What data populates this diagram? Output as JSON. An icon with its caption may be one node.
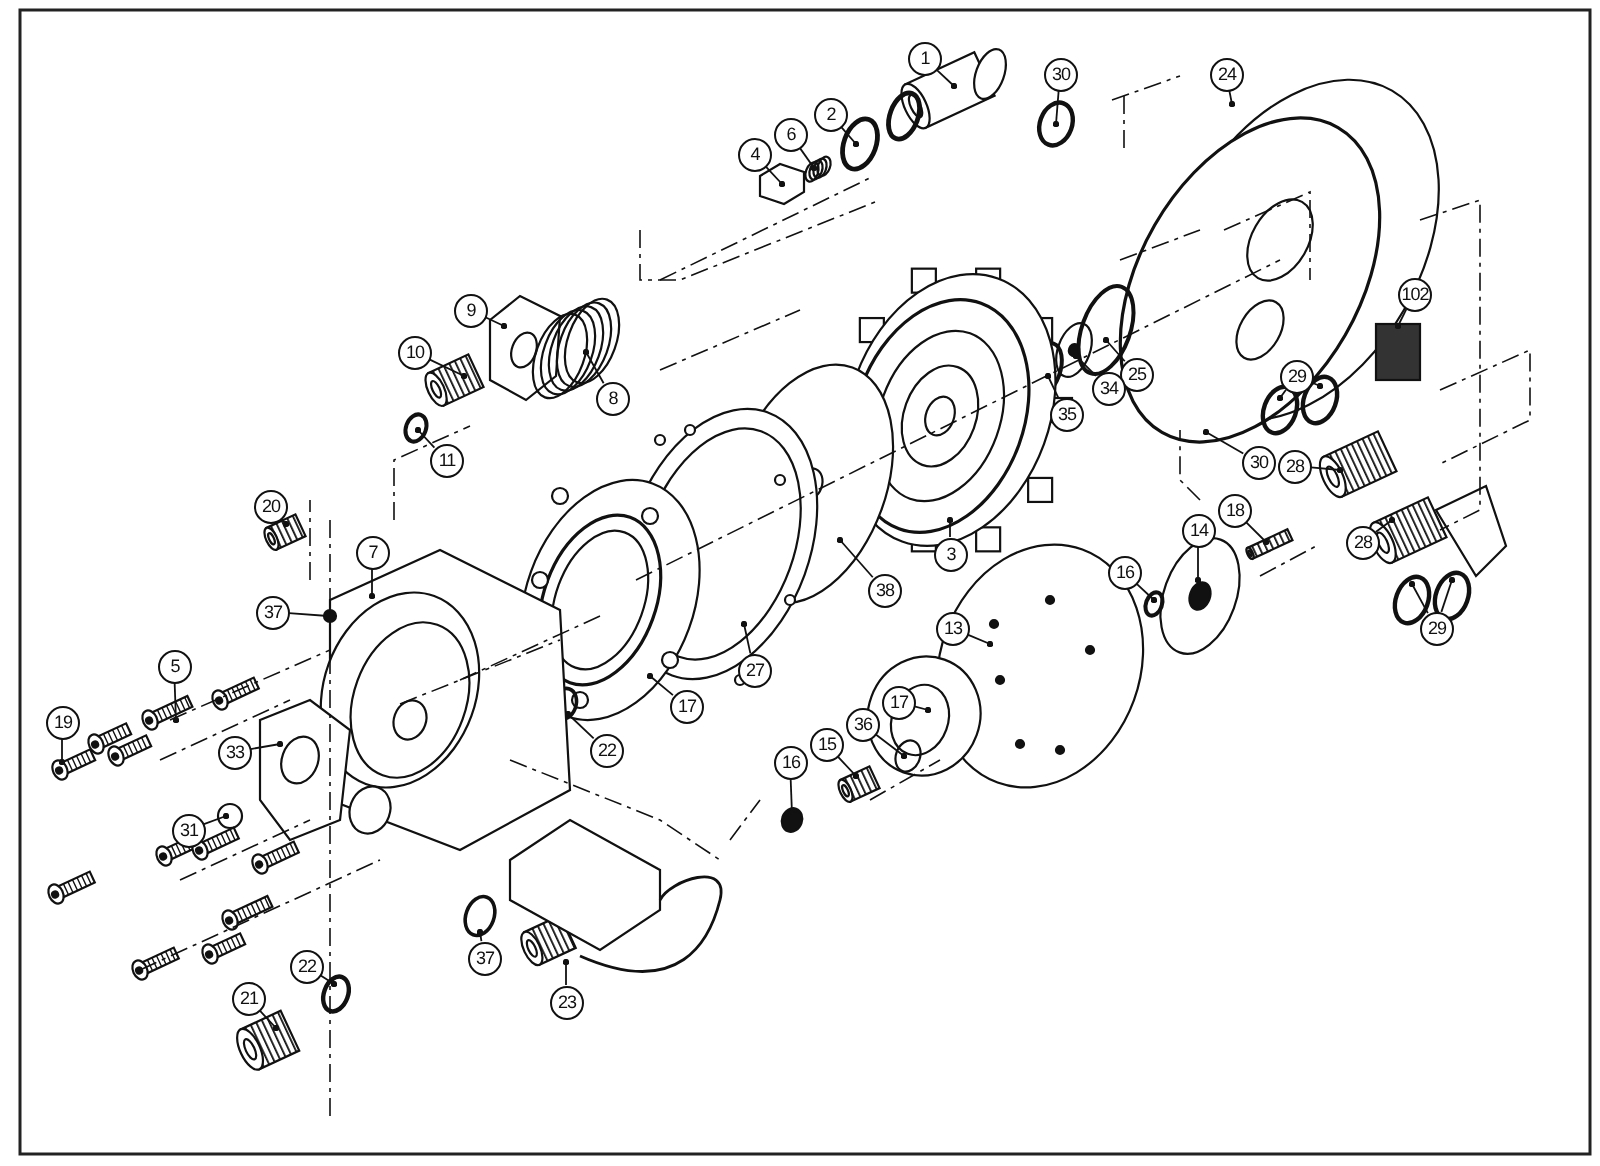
{
  "diagram": {
    "nodes": [
      {
        "text": [
          "1"
        ]
      },
      {
        "text": [
          "2"
        ]
      },
      {
        "text": [
          "30"
        ]
      },
      {
        "text": [
          "24"
        ]
      },
      {
        "text": [
          "6"
        ]
      },
      {
        "text": [
          "4"
        ]
      },
      {
        "text": [
          "9"
        ]
      },
      {
        "text": [
          "10"
        ]
      },
      {
        "text": [
          "8"
        ]
      },
      {
        "text": [
          "11"
        ]
      },
      {
        "text": [
          "102"
        ]
      },
      {
        "text": [
          "29"
        ]
      },
      {
        "text": [
          "25"
        ]
      },
      {
        "text": [
          "34"
        ]
      },
      {
        "text": [
          "35"
        ]
      },
      {
        "text": [
          "30"
        ]
      },
      {
        "text": [
          "28"
        ]
      },
      {
        "text": [
          "20"
        ]
      },
      {
        "text": [
          "18"
        ]
      },
      {
        "text": [
          "14"
        ]
      },
      {
        "text": [
          "3"
        ]
      },
      {
        "text": [
          "7"
        ]
      },
      {
        "text": [
          "16"
        ]
      },
      {
        "text": [
          "28"
        ]
      },
      {
        "text": [
          "38"
        ]
      },
      {
        "text": [
          "37"
        ]
      },
      {
        "text": [
          "13"
        ]
      },
      {
        "text": [
          "29"
        ]
      },
      {
        "text": [
          "5"
        ]
      },
      {
        "text": [
          "27"
        ]
      },
      {
        "text": [
          "17"
        ]
      },
      {
        "text": [
          "17"
        ]
      },
      {
        "text": [
          "19"
        ]
      },
      {
        "text": [
          "36"
        ]
      },
      {
        "text": [
          "22"
        ]
      },
      {
        "text": [
          "15"
        ]
      },
      {
        "text": [
          "33"
        ]
      },
      {
        "text": [
          "16"
        ]
      },
      {
        "text": [
          "31"
        ]
      },
      {
        "text": [
          "37"
        ]
      },
      {
        "text": [
          "22"
        ]
      },
      {
        "text": [
          "21"
        ]
      },
      {
        "text": [
          "23"
        ]
      }
    ],
    "edges": [
      {
        "from": 0,
        "to": null,
        "arrow": "other"
      },
      {
        "from": 1,
        "to": null,
        "arrow": "other"
      },
      {
        "from": 2,
        "to": null,
        "arrow": "other"
      },
      {
        "from": 3,
        "to": null,
        "arrow": "other"
      },
      {
        "from": 4,
        "to": null,
        "arrow": "other"
      },
      {
        "from": 5,
        "to": null,
        "arrow": "other"
      },
      {
        "from": 6,
        "to": null,
        "arrow": "other"
      },
      {
        "from": 7,
        "to": null,
        "arrow": "other"
      },
      {
        "from": 8,
        "to": null,
        "arrow": "other"
      },
      {
        "from": 9,
        "to": null,
        "arrow": "other"
      },
      {
        "from": 10,
        "to": null,
        "arrow": "other"
      },
      {
        "from": 11,
        "to": null,
        "arrow": "other"
      },
      {
        "from": 11,
        "to": null,
        "arrow": "other"
      },
      {
        "from": 12,
        "to": null,
        "arrow": "other"
      },
      {
        "from": 13,
        "to": null,
        "arrow": "other"
      },
      {
        "from": 14,
        "to": null,
        "arrow": "other"
      },
      {
        "from": 15,
        "to": null,
        "arrow": "other"
      },
      {
        "from": 16,
        "to": null,
        "arrow": "other"
      },
      {
        "from": 17,
        "to": null,
        "arrow": "other"
      },
      {
        "from": 18,
        "to": null,
        "arrow": "other"
      },
      {
        "from": 19,
        "to": null,
        "arrow": "other"
      },
      {
        "from": 20,
        "to": null,
        "arrow": "other"
      },
      {
        "from": 21,
        "to": null,
        "arrow": "other"
      },
      {
        "from": 22,
        "to": null,
        "arrow": "other"
      },
      {
        "from": 23,
        "to": null,
        "arrow": "other"
      },
      {
        "from": 24,
        "to": null,
        "arrow": "other"
      },
      {
        "from": 25,
        "to": null,
        "arrow": "other"
      },
      {
        "from": 26,
        "to": null,
        "arrow": "other"
      },
      {
        "from": 27,
        "to": null,
        "arrow": "other"
      },
      {
        "from": 27,
        "to": null,
        "arrow": "other"
      },
      {
        "from": 28,
        "to": null,
        "arrow": "other"
      },
      {
        "from": 29,
        "to": null,
        "arrow": "other"
      },
      {
        "from": 30,
        "to": null,
        "arrow": "other"
      },
      {
        "from": 31,
        "to": null,
        "arrow": "other"
      },
      {
        "from": 32,
        "to": null,
        "arrow": "other"
      },
      {
        "from": 33,
        "to": null,
        "arrow": "other"
      },
      {
        "from": 34,
        "to": null,
        "arrow": "other"
      },
      {
        "from": 35,
        "to": null,
        "arrow": "other"
      },
      {
        "from": 36,
        "to": null,
        "arrow": "other"
      },
      {
        "from": 37,
        "to": null,
        "arrow": "other"
      },
      {
        "from": 38,
        "to": null,
        "arrow": "other"
      },
      {
        "from": 39,
        "to": null,
        "arrow": "other"
      },
      {
        "from": 40,
        "to": null,
        "arrow": "other"
      },
      {
        "from": 41,
        "to": null,
        "arrow": "other"
      },
      {
        "from": 42,
        "to": null,
        "arrow": "other"
      }
    ]
  }
}
